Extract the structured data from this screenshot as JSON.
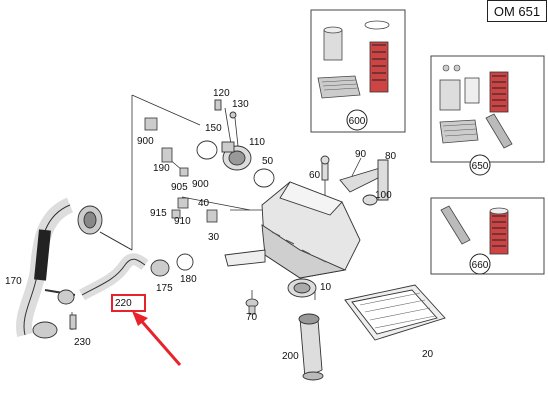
{
  "title": "OM 651",
  "highlight_color": "#e8222a",
  "kits": [
    {
      "label": "600",
      "accent": "#d2496b"
    },
    {
      "label": "650",
      "accent": "#d2496b"
    },
    {
      "label": "660",
      "accent": "#d2496b"
    }
  ],
  "parts": [
    {
      "id": "p120",
      "label": "120"
    },
    {
      "id": "p130",
      "label": "130"
    },
    {
      "id": "p900a",
      "label": "900"
    },
    {
      "id": "p150",
      "label": "150"
    },
    {
      "id": "p110",
      "label": "110"
    },
    {
      "id": "p190",
      "label": "190"
    },
    {
      "id": "p50",
      "label": "50"
    },
    {
      "id": "p905",
      "label": "905"
    },
    {
      "id": "p900b",
      "label": "900"
    },
    {
      "id": "p60",
      "label": "60"
    },
    {
      "id": "p90",
      "label": "90"
    },
    {
      "id": "p80",
      "label": "80"
    },
    {
      "id": "p100",
      "label": "100"
    },
    {
      "id": "p40",
      "label": "40"
    },
    {
      "id": "p915",
      "label": "915"
    },
    {
      "id": "p910",
      "label": "910"
    },
    {
      "id": "p30",
      "label": "30"
    },
    {
      "id": "p170",
      "label": "170"
    },
    {
      "id": "p175",
      "label": "175"
    },
    {
      "id": "p180",
      "label": "180"
    },
    {
      "id": "p10",
      "label": "10"
    },
    {
      "id": "p220",
      "label": "220"
    },
    {
      "id": "p230",
      "label": "230"
    },
    {
      "id": "p70",
      "label": "70"
    },
    {
      "id": "p200",
      "label": "200"
    },
    {
      "id": "p20",
      "label": "20"
    }
  ]
}
